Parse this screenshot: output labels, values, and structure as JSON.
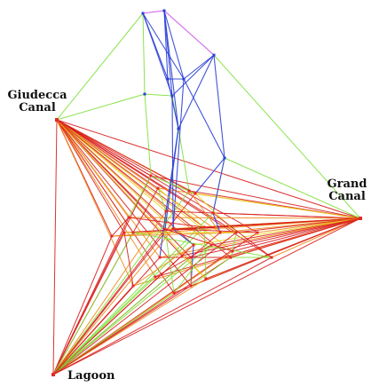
{
  "colors": {
    "red": "#d81e1e",
    "orange": "#f08a1a",
    "yellow": "#e8d21a",
    "green": "#7ee03a",
    "blue": "#2b3fd6",
    "magenta": "#c84ae8",
    "node": "#e82828"
  },
  "anchors": {
    "giudecca": {
      "line1": "Giudecca",
      "line2": "Canal"
    },
    "grand": {
      "line1": "Grand",
      "line2": "Canal"
    },
    "lagoon": {
      "line1": "Lagoon"
    }
  }
}
